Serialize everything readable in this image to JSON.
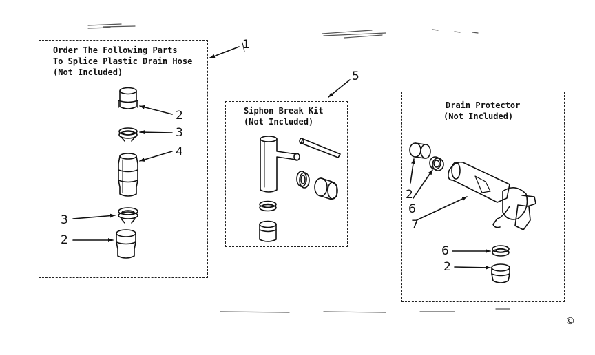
{
  "panels": {
    "splice": {
      "title_lines": [
        "Order The Following Parts",
        "To Splice Plastic Drain Hose",
        "(Not Included)"
      ],
      "ref": "1"
    },
    "siphon": {
      "title_lines": [
        "Siphon Break Kit",
        "(Not Included)"
      ],
      "ref": "5"
    },
    "drain": {
      "title_lines": [
        "Drain Protector",
        "(Not Included)"
      ]
    }
  },
  "callouts": {
    "splice_a": "2",
    "splice_b": "3",
    "splice_c": "4",
    "splice_d": "3",
    "splice_e": "2",
    "drain_a": "2",
    "drain_b": "6",
    "drain_c": "7",
    "drain_d": "6",
    "drain_e": "2"
  },
  "corner_mark": "©"
}
